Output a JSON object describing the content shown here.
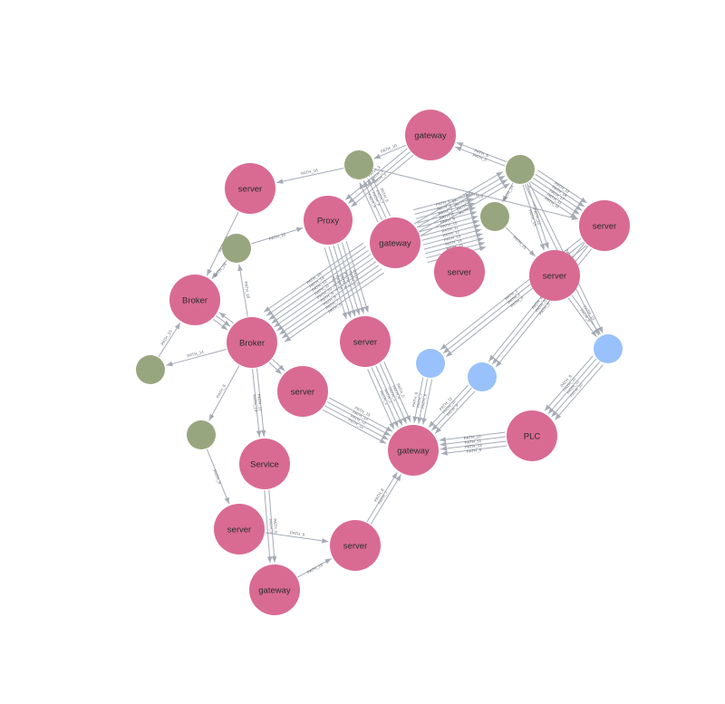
{
  "colors": {
    "pink": "#d96b93",
    "olive": "#98a67f",
    "blue": "#99c1fb",
    "edge": "#a5abb6",
    "label": "#2b2b2b"
  },
  "nodes": [
    {
      "id": "gateway_top",
      "label": "gateway",
      "color": "pink",
      "r": 28
    },
    {
      "id": "o_top",
      "label": "",
      "color": "olive",
      "r": 16
    },
    {
      "id": "o_topright",
      "label": "",
      "color": "olive",
      "r": 16
    },
    {
      "id": "server_topleft",
      "label": "server",
      "color": "pink",
      "r": 28
    },
    {
      "id": "proxy",
      "label": "Proxy",
      "color": "pink",
      "r": 27
    },
    {
      "id": "gateway_mid",
      "label": "gateway",
      "color": "pink",
      "r": 28
    },
    {
      "id": "o_mid",
      "label": "",
      "color": "olive",
      "r": 16
    },
    {
      "id": "server_right",
      "label": "server",
      "color": "pink",
      "r": 28
    },
    {
      "id": "o_left",
      "label": "",
      "color": "olive",
      "r": 16
    },
    {
      "id": "server_mid",
      "label": "server",
      "color": "pink",
      "r": 28
    },
    {
      "id": "server_r2",
      "label": "server",
      "color": "pink",
      "r": 28
    },
    {
      "id": "broker_top",
      "label": "Broker",
      "color": "pink",
      "r": 28
    },
    {
      "id": "broker",
      "label": "Broker",
      "color": "pink",
      "r": 28
    },
    {
      "id": "server_c",
      "label": "server",
      "color": "pink",
      "r": 28
    },
    {
      "id": "b_right",
      "label": "",
      "color": "blue",
      "r": 16
    },
    {
      "id": "b_l",
      "label": "",
      "color": "blue",
      "r": 16
    },
    {
      "id": "b_r",
      "label": "",
      "color": "blue",
      "r": 16
    },
    {
      "id": "o_farleft",
      "label": "",
      "color": "olive",
      "r": 16
    },
    {
      "id": "server_s",
      "label": "server",
      "color": "pink",
      "r": 28
    },
    {
      "id": "o_bl",
      "label": "",
      "color": "olive",
      "r": 16
    },
    {
      "id": "plc",
      "label": "PLC",
      "color": "pink",
      "r": 28
    },
    {
      "id": "gateway_c",
      "label": "gateway",
      "color": "pink",
      "r": 28
    },
    {
      "id": "service",
      "label": "Service",
      "color": "pink",
      "r": 28
    },
    {
      "id": "server_bl",
      "label": "server",
      "color": "pink",
      "r": 28
    },
    {
      "id": "server_b",
      "label": "server",
      "color": "pink",
      "r": 28
    },
    {
      "id": "gateway_b",
      "label": "gateway",
      "color": "pink",
      "r": 28
    }
  ],
  "edges": [
    {
      "from": "gateway_top",
      "to": "o_top",
      "label": "PATH_10"
    },
    {
      "from": "o_topright",
      "to": "gateway_top",
      "label": "PATH_8"
    },
    {
      "from": "o_top",
      "to": "server_topleft",
      "label": "PATH_16"
    },
    {
      "from": "gateway_top",
      "to": "proxy",
      "label": "PATH_1"
    },
    {
      "from": "gateway_top",
      "to": "proxy",
      "label": "PATH_2"
    },
    {
      "from": "gateway_top",
      "to": "proxy",
      "label": "PATH_3"
    },
    {
      "from": "gateway_mid",
      "to": "o_top",
      "label": "PATH_5"
    },
    {
      "from": "gateway_mid",
      "to": "o_top",
      "label": "PATH_6"
    },
    {
      "from": "gateway_mid",
      "to": "o_top",
      "label": "PATH_7"
    },
    {
      "from": "gateway_mid",
      "to": "o_top",
      "label": "PATH_9"
    },
    {
      "from": "o_top",
      "to": "server_right",
      "label": "PATH_4"
    },
    {
      "from": "o_topright",
      "to": "server_right",
      "label": "PATH_12"
    },
    {
      "from": "o_topright",
      "to": "server_r2",
      "label": "PATH_13"
    },
    {
      "from": "o_topright",
      "to": "server_right",
      "label": "PATH_18"
    },
    {
      "from": "o_topright",
      "to": "gateway_top",
      "label": "PATH_8"
    },
    {
      "from": "o_topright",
      "to": "server_right",
      "label": "PATH_17"
    },
    {
      "from": "o_topright",
      "to": "o_mid",
      "label": "PATH_14"
    },
    {
      "from": "o_topright",
      "to": "server_r2",
      "label": "PATH_15"
    },
    {
      "from": "o_topright",
      "to": "server_right",
      "label": "PATH_11"
    },
    {
      "from": "gateway_mid",
      "to": "o_topright",
      "label": "PATH_1"
    },
    {
      "from": "gateway_mid",
      "to": "o_topright",
      "label": "PATH_2"
    },
    {
      "from": "gateway_mid",
      "to": "o_topright",
      "label": "PATH_3"
    },
    {
      "from": "gateway_mid",
      "to": "o_topright",
      "label": "PATH_4"
    },
    {
      "from": "gateway_mid",
      "to": "o_mid",
      "label": "PATH_5"
    },
    {
      "from": "gateway_mid",
      "to": "o_mid",
      "label": "PATH_6"
    },
    {
      "from": "gateway_mid",
      "to": "o_mid",
      "label": "PATH_7"
    },
    {
      "from": "gateway_mid",
      "to": "o_mid",
      "label": "PATH_8"
    },
    {
      "from": "gateway_mid",
      "to": "o_mid",
      "label": "PATH_9"
    },
    {
      "from": "gateway_mid",
      "to": "o_mid",
      "label": "PATH_10"
    },
    {
      "from": "gateway_mid",
      "to": "o_mid",
      "label": "PATH_11"
    },
    {
      "from": "gateway_mid",
      "to": "o_mid",
      "label": "PATH_12"
    },
    {
      "from": "gateway_mid",
      "to": "o_mid",
      "label": "PATH_13"
    },
    {
      "from": "gateway_mid",
      "to": "o_mid",
      "label": "PATH_14"
    },
    {
      "from": "gateway_mid",
      "to": "o_mid",
      "label": "PATH_15"
    },
    {
      "from": "gateway_mid",
      "to": "o_mid",
      "label": "PATH_16"
    },
    {
      "from": "gateway_mid",
      "to": "o_mid",
      "label": "PATH_17"
    },
    {
      "from": "o_mid",
      "to": "server_r2",
      "label": "PATH_15"
    },
    {
      "from": "o_topright",
      "to": "server_right",
      "label": "PATH_11"
    },
    {
      "from": "o_left",
      "to": "proxy",
      "label": "PATH_20"
    },
    {
      "from": "server_topleft",
      "to": "broker_top",
      "label": "PATH_19"
    },
    {
      "from": "o_left",
      "to": "broker_top",
      "label": "PATH_18"
    },
    {
      "from": "broker",
      "to": "o_left",
      "label": "PATH_10"
    },
    {
      "from": "proxy",
      "to": "server_mid",
      "label": "PATH_1"
    },
    {
      "from": "proxy",
      "to": "server_mid",
      "label": "PATH_2"
    },
    {
      "from": "proxy",
      "to": "server_mid",
      "label": "PATH_3"
    },
    {
      "from": "proxy",
      "to": "server_mid",
      "label": "PATH_4"
    },
    {
      "from": "proxy",
      "to": "server_mid",
      "label": "PATH_5"
    },
    {
      "from": "proxy",
      "to": "server_mid",
      "label": "PATH_6"
    },
    {
      "from": "gateway_mid",
      "to": "broker",
      "label": "PATH_14"
    },
    {
      "from": "gateway_mid",
      "to": "broker",
      "label": "PATH_13"
    },
    {
      "from": "gateway_mid",
      "to": "broker",
      "label": "PATH_12"
    },
    {
      "from": "gateway_mid",
      "to": "broker",
      "label": "PATH_11"
    },
    {
      "from": "gateway_mid",
      "to": "broker",
      "label": "PATH_10"
    },
    {
      "from": "gateway_mid",
      "to": "broker",
      "label": "PATH_9"
    },
    {
      "from": "gateway_mid",
      "to": "broker",
      "label": "PATH_8"
    },
    {
      "from": "gateway_mid",
      "to": "broker",
      "label": "PATH_7"
    },
    {
      "from": "gateway_mid",
      "to": "broker",
      "label": "PATH_6"
    },
    {
      "from": "broker_top",
      "to": "broker",
      "label": ""
    },
    {
      "from": "broker_top",
      "to": "broker",
      "label": ""
    },
    {
      "from": "broker",
      "to": "broker_top",
      "label": ""
    },
    {
      "from": "broker",
      "to": "o_farleft",
      "label": "PATH_14"
    },
    {
      "from": "o_farleft",
      "to": "broker_top",
      "label": "PATH_15"
    },
    {
      "from": "broker",
      "to": "server_s",
      "label": ""
    },
    {
      "from": "broker",
      "to": "server_s",
      "label": ""
    },
    {
      "from": "broker",
      "to": "o_bl",
      "label": "PATH_8"
    },
    {
      "from": "broker",
      "to": "service",
      "label": "PATH_12"
    },
    {
      "from": "broker",
      "to": "service",
      "label": "PATH_13"
    },
    {
      "from": "o_bl",
      "to": "server_bl",
      "label": "PATH_9"
    },
    {
      "from": "server_right",
      "to": "b_l",
      "label": "PATH_1"
    },
    {
      "from": "server_right",
      "to": "b_l",
      "label": "PATH_2"
    },
    {
      "from": "server_right",
      "to": "b_l",
      "label": "PATH_3"
    },
    {
      "from": "server_right",
      "to": "b_r",
      "label": "PATH_4"
    },
    {
      "from": "server_right",
      "to": "b_r",
      "label": "PATH_5"
    },
    {
      "from": "server_right",
      "to": "b_r",
      "label": "PATH_6"
    },
    {
      "from": "server_r2",
      "to": "b_right",
      "label": "PATH_9"
    },
    {
      "from": "server_r2",
      "to": "b_right",
      "label": "PATH_10"
    },
    {
      "from": "o_topright",
      "to": "b_right",
      "label": "PATH_7"
    },
    {
      "from": "o_topright",
      "to": "b_right",
      "label": "PATH_8"
    },
    {
      "from": "b_right",
      "to": "plc",
      "label": "PATH_10"
    },
    {
      "from": "b_right",
      "to": "plc",
      "label": "PATH_11"
    },
    {
      "from": "b_right",
      "to": "plc",
      "label": "PATH_12"
    },
    {
      "from": "b_right",
      "to": "plc",
      "label": "PATH_9"
    },
    {
      "from": "server_mid",
      "to": "gateway_c",
      "label": "PATH_1"
    },
    {
      "from": "server_mid",
      "to": "gateway_c",
      "label": "PATH_2"
    },
    {
      "from": "server_mid",
      "to": "gateway_c",
      "label": "PATH_3"
    },
    {
      "from": "server_mid",
      "to": "gateway_c",
      "label": "PATH_4"
    },
    {
      "from": "server_mid",
      "to": "gateway_c",
      "label": "PATH_5"
    },
    {
      "from": "b_l",
      "to": "gateway_c",
      "label": "PATH_6"
    },
    {
      "from": "b_l",
      "to": "gateway_c",
      "label": "PATH_7"
    },
    {
      "from": "b_l",
      "to": "gateway_c",
      "label": "PATH_8"
    },
    {
      "from": "b_r",
      "to": "gateway_c",
      "label": "PATH_9"
    },
    {
      "from": "b_r",
      "to": "gateway_c",
      "label": "PATH_10"
    },
    {
      "from": "b_r",
      "to": "gateway_c",
      "label": "PATH_11"
    },
    {
      "from": "server_s",
      "to": "gateway_c",
      "label": "PATH_12"
    },
    {
      "from": "server_s",
      "to": "gateway_c",
      "label": "PATH_13"
    },
    {
      "from": "server_s",
      "to": "gateway_c",
      "label": "PATH_14"
    },
    {
      "from": "server_s",
      "to": "gateway_c",
      "label": "PATH_15"
    },
    {
      "from": "plc",
      "to": "gateway_c",
      "label": "PATH_10"
    },
    {
      "from": "plc",
      "to": "gateway_c",
      "label": "PATH_11"
    },
    {
      "from": "plc",
      "to": "gateway_c",
      "label": "PATH_12"
    },
    {
      "from": "plc",
      "to": "gateway_c",
      "label": "PATH_9"
    },
    {
      "from": "service",
      "to": "gateway_b",
      "label": "PATH_5"
    },
    {
      "from": "service",
      "to": "gateway_b",
      "label": "PATH_6"
    },
    {
      "from": "server_bl",
      "to": "server_b",
      "label": "PATH_9"
    },
    {
      "from": "gateway_b",
      "to": "server_b",
      "label": "PATH_10"
    },
    {
      "from": "server_b",
      "to": "gateway_c",
      "label": "PATH_7"
    },
    {
      "from": "server_b",
      "to": "gateway_c",
      "label": "PATH_8"
    }
  ]
}
